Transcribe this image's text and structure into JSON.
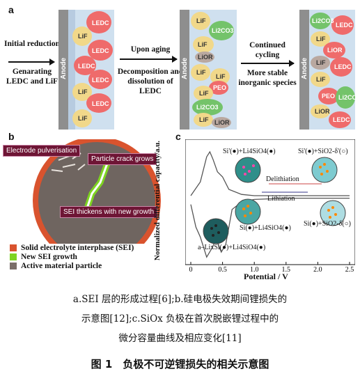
{
  "panel_a": {
    "letter": "a",
    "steps": [
      {
        "top": "Initial reduction",
        "bottom": "Genarating LEDC and LiF"
      },
      {
        "top": "Upon aging",
        "bottom": "Decomposition and dissolution of LEDC"
      },
      {
        "top": "Continued cycling",
        "bottom": "More stable inorganic species"
      }
    ],
    "anode_label": "Anode",
    "stage1_labels": [
      "LEDC",
      "LiF",
      "LEDC",
      "LEDC",
      "LiF",
      "LEDC",
      "LiF",
      "LEDC"
    ],
    "stage2_labels": [
      "LiF",
      "Li2CO3",
      "LiF",
      "LiOR",
      "LiF",
      "LiF",
      "PEO",
      "LiF",
      "Li2CO3",
      "LiF",
      "LiOR"
    ],
    "stage3_labels": [
      "Li2CO3",
      "LEDC",
      "LiF",
      "LiOR",
      "LiF",
      "LEDC",
      "PEO",
      "Li2CO3",
      "LEDC",
      "LiF",
      "LiOR"
    ]
  },
  "panel_b": {
    "letter": "b",
    "tags": [
      "Electrode pulverisation",
      "Particle crack grows",
      "SEI thickens with new growth"
    ],
    "legend": [
      {
        "label": "Solid electrolyte interphase (SEI)",
        "color": "#d9532e"
      },
      {
        "label": "New SEI growth",
        "color": "#7ed321"
      },
      {
        "label": "Active material particle",
        "color": "#7a6e68"
      }
    ]
  },
  "panel_c": {
    "letter": "c",
    "ylabel": "Normalized differential capacity/a.u.",
    "xlabel": "Potential / V",
    "annotations": {
      "delithiation": "Delithiation",
      "lithiation": "Lithiation",
      "top_left": "Si'(●)+Li4SiO4(●)",
      "top_right": "Si'(●)+SiO2-δ'(○)",
      "right": "Si(●)+SiO2-δ(○)",
      "mid": "Si(●)+Li4SiO4(●)",
      "bottom": "a–LixSi(●)+Li4SiO4(●)"
    },
    "chart_data": {
      "type": "line",
      "x_ticks": [
        "0",
        "0.5",
        "1.0",
        "1.5",
        "2.0",
        "2.5"
      ],
      "xlim": [
        0,
        2.5
      ],
      "series": [
        {
          "x": [
            0.0,
            0.15,
            0.25,
            0.3,
            0.35,
            0.42,
            0.5,
            0.6,
            0.8,
            1.0,
            1.5,
            2.0,
            2.5
          ],
          "y": [
            0.55,
            0.66,
            0.86,
            0.9,
            0.84,
            0.74,
            0.7,
            0.6,
            0.56,
            0.55,
            0.55,
            0.55,
            0.55
          ]
        },
        {
          "x": [
            0.0,
            0.08,
            0.15,
            0.25,
            0.32,
            0.4,
            0.48,
            0.55,
            0.65,
            0.8,
            1.0,
            1.5,
            2.0,
            2.5
          ],
          "y": [
            0.48,
            0.3,
            0.22,
            0.06,
            0.12,
            0.2,
            0.1,
            0.16,
            0.44,
            0.5,
            0.52,
            0.53,
            0.53,
            0.53
          ]
        }
      ]
    }
  },
  "caption": {
    "line1": "a.SEI 层的形成过程[6];b.硅电极失效期间锂损失的",
    "line2": "示意图[12];c.SiOx 负极在首次脱嵌锂过程中的",
    "line3": "微分容量曲线及相应变化[11]",
    "title": "图 1　负极不可逆锂损失的相关示意图"
  }
}
